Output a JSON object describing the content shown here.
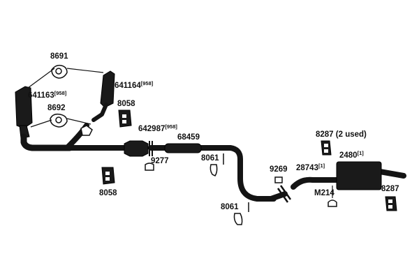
{
  "labels": {
    "p8691": {
      "num": "8691"
    },
    "p641163": {
      "num": "641163",
      "sup": "[958]"
    },
    "p641164": {
      "num": "641164",
      "sup": "[958]"
    },
    "p8692": {
      "num": "8692"
    },
    "p8058a": {
      "num": "8058"
    },
    "p642987": {
      "num": "642987",
      "sup": "[958]"
    },
    "p68459": {
      "num": "68459"
    },
    "p9277": {
      "num": "9277"
    },
    "p8061a": {
      "num": "8061"
    },
    "p8058b": {
      "num": "8058"
    },
    "p8061b": {
      "num": "8061"
    },
    "p9269": {
      "num": "9269"
    },
    "p28743": {
      "num": "28743",
      "sup": "[1]"
    },
    "pM214": {
      "num": "M214"
    },
    "p8287a": {
      "num": "8287 (2 used)"
    },
    "p2480": {
      "num": "2480",
      "sup": "[1]"
    },
    "p8287b": {
      "num": "8287"
    }
  }
}
